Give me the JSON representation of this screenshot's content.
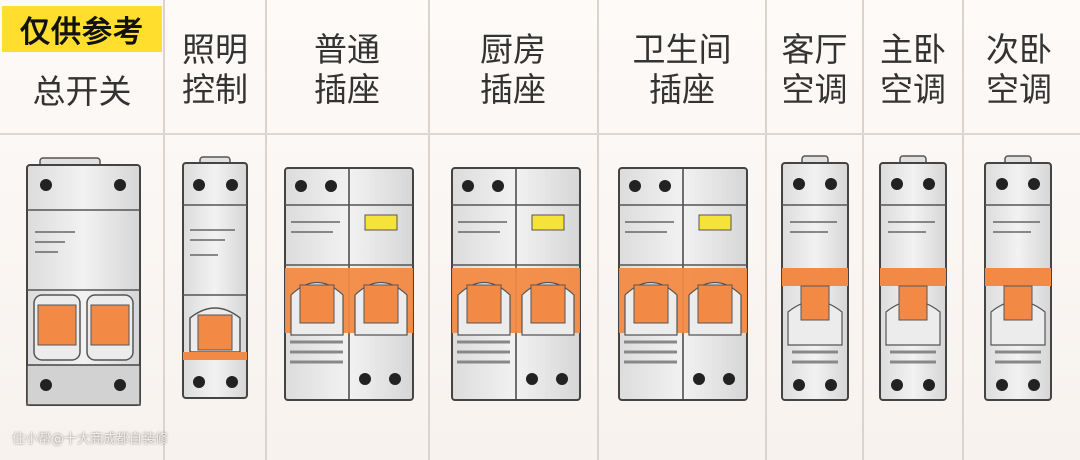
{
  "badge": "仅供参考",
  "columns": [
    {
      "key": "main",
      "line1": "总开关",
      "line2": ""
    },
    {
      "key": "lighting",
      "line1": "照明",
      "line2": "控制"
    },
    {
      "key": "general",
      "line1": "普通",
      "line2": "插座"
    },
    {
      "key": "kitchen",
      "line1": "厨房",
      "line2": "插座"
    },
    {
      "key": "bathroom",
      "line1": "卫生间",
      "line2": "插座"
    },
    {
      "key": "living",
      "line1": "客厅",
      "line2": "空调"
    },
    {
      "key": "master",
      "line1": "主卧",
      "line2": "空调"
    },
    {
      "key": "second",
      "line1": "次卧",
      "line2": "空调"
    }
  ],
  "watermark": "住小帮@十大商成都自装修",
  "colors": {
    "badge": "#ffde2e",
    "orange": "#f28a45",
    "body": "#e9e9e9",
    "outline": "#444444",
    "indicator": "#f6e33a"
  }
}
